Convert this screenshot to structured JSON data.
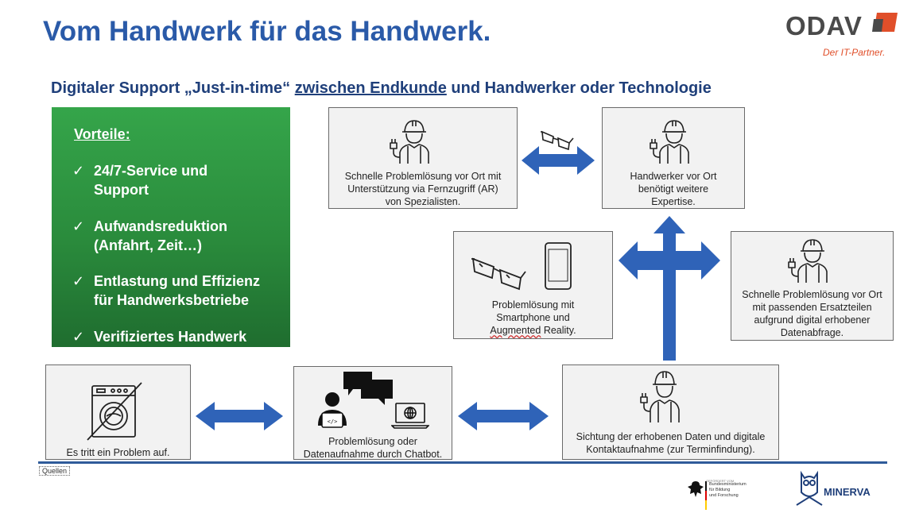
{
  "title": "Vom Handwerk für das Handwerk.",
  "subtitle": {
    "part1": "Digitaler Support „Just-in-time“",
    "underlined": "zwischen Endkunde",
    "part2": "und Handwerker oder Technologie"
  },
  "logo": {
    "word": "ODAV",
    "tagline": "Der IT-Partner.",
    "accent_color": "#e04f2a"
  },
  "benefits": {
    "header": "Vorteile:",
    "check": "✓",
    "items": [
      {
        "line1": "24/7-Service und",
        "line2": "Support"
      },
      {
        "line1": "Aufwandsreduktion",
        "line2": "(Anfahrt, Zeit…)"
      },
      {
        "line1": "Entlastung und Effizienz",
        "line2": "für Handwerksbetriebe"
      },
      {
        "line1": "Verifiziertes Handwerk",
        "line2": ""
      }
    ]
  },
  "boxes": {
    "remote": {
      "line1": "Schnelle Problemlösung vor Ort mit",
      "line2": "Unterstützung via Fernzugriff (AR)",
      "line3": "von Spezialisten."
    },
    "handwerker": {
      "line1": "Handwerker vor Ort",
      "line2": "benötigt weitere",
      "line3": "Expertise."
    },
    "smartphone": {
      "line1": "Problemlösung mit",
      "line2": "Smartphone und",
      "line3a": "Augmented",
      "line3b": " Reality."
    },
    "ersatz": {
      "line1": "Schnelle Problemlösung vor Ort",
      "line2": "mit passenden Ersatzteilen",
      "line3": "aufgrund digital erhobener",
      "line4": "Datenabfrage."
    },
    "problem": {
      "line1": "Es tritt ein Problem auf."
    },
    "chatbot": {
      "line1": "Problemlösung oder",
      "line2": "Datenaufnahme durch Chatbot."
    },
    "sichtung": {
      "line1": "Sichtung der erhobenen Daten und digitale",
      "line2": "Kontaktaufnahme (zur Terminfindung)."
    }
  },
  "footer": {
    "quellen": "Quellen",
    "bmbf_small": "GEFÖRDERT VOM",
    "bmbf_l1": "Bundesministerium",
    "bmbf_l2": "für Bildung",
    "bmbf_l3": "und Forschung",
    "minerva": "MINERVA"
  },
  "colors": {
    "title": "#2a5aa8",
    "arrow": "#2f63b8",
    "green": "#2a8b3c"
  }
}
